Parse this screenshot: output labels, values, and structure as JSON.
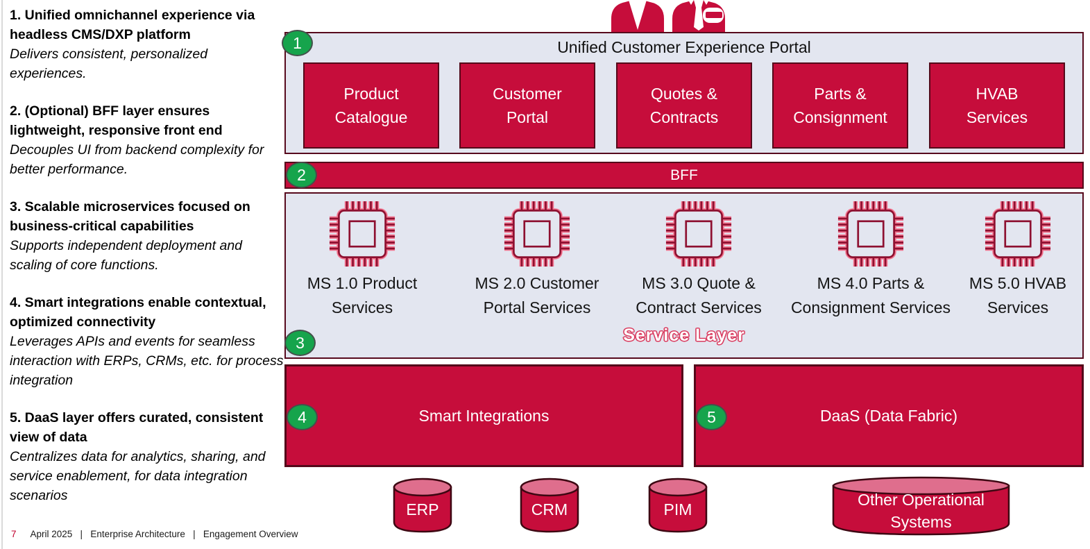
{
  "colors": {
    "brand_red": "#c60d3b",
    "dark_maroon_border": "#54091a",
    "panel_background": "#e3e6f0",
    "marker_green": "#16a44c",
    "cylinder_top_pink": "#df6e8d",
    "page_number_red": "#c0002d",
    "service_caption_outline": "#d93a5e"
  },
  "notes": {
    "items": [
      {
        "heading": "1. Unified omnichannel experience via headless CMS/DXP platform",
        "desc": "Delivers consistent, personalized experiences."
      },
      {
        "heading": "2. (Optional) BFF layer ensures lightweight, responsive front end",
        "desc": "Decouples UI from backend complexity for better performance."
      },
      {
        "heading": "3. Scalable microservices focused on business-critical capabilities",
        "desc": "Supports independent deployment and scaling of core functions."
      },
      {
        "heading": "4. Smart integrations enable contextual, optimized connectivity",
        "desc": "Leverages APIs and events for seamless interaction with ERPs, CRMs, etc. for process integration"
      },
      {
        "heading": "5. DaaS layer offers curated, consistent view of data",
        "desc": "Centralizes data for analytics, sharing, and service enablement, for data integration scenarios"
      }
    ]
  },
  "footer": {
    "page_number": "7",
    "meta": "April 2025   |   Enterprise Architecture   |   Engagement Overview"
  },
  "people": {
    "icon": "business-people-icons"
  },
  "portal": {
    "title": "Unified Customer Experience Portal",
    "apps": [
      {
        "line1": "Product",
        "line2": "Catalogue"
      },
      {
        "line1": "Customer",
        "line2": "Portal"
      },
      {
        "line1": "Quotes &",
        "line2": "Contracts"
      },
      {
        "line1": "Parts &",
        "line2": "Consignment"
      },
      {
        "line1": "HVAB",
        "line2": "Services"
      }
    ]
  },
  "bff": {
    "label": "BFF"
  },
  "services": {
    "caption": "Service Layer",
    "items": [
      {
        "icon": "chip-icon",
        "line1": "MS 1.0 Product",
        "line2": "Services"
      },
      {
        "icon": "chip-icon",
        "line1": "MS 2.0 Customer",
        "line2": "Portal Services"
      },
      {
        "icon": "chip-icon",
        "line1": "MS 3.0 Quote &",
        "line2": "Contract Services"
      },
      {
        "icon": "chip-icon",
        "line1": "MS 4.0 Parts &",
        "line2": "Consignment Services"
      },
      {
        "icon": "chip-icon",
        "line1": "MS 5.0 HVAB",
        "line2": "Services"
      }
    ]
  },
  "integration": {
    "smart_label": "Smart Integrations",
    "daas_label": "DaaS (Data Fabric)"
  },
  "markers": [
    "1",
    "2",
    "3",
    "4",
    "5"
  ],
  "datastores": [
    {
      "label": "ERP"
    },
    {
      "label": "CRM"
    },
    {
      "label": "PIM"
    },
    {
      "label": "Other Operational Systems"
    }
  ]
}
